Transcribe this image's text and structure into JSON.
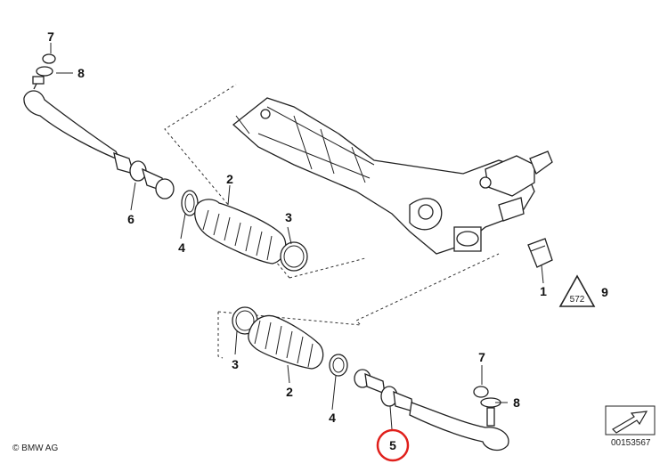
{
  "callouts": {
    "n1": "1",
    "n2_upper": "2",
    "n2_lower": "2",
    "n3_upper": "3",
    "n3_lower": "3",
    "n4_upper": "4",
    "n4_lower": "4",
    "n5": "5",
    "n6": "6",
    "n7_left": "7",
    "n7_right": "7",
    "n8_left": "8",
    "n8_right": "8",
    "n9": "9"
  },
  "warning_symbol_text": "572",
  "copyright": "© BMW AG",
  "diagram_number": "00153567",
  "highlight_color": "#e0201c"
}
